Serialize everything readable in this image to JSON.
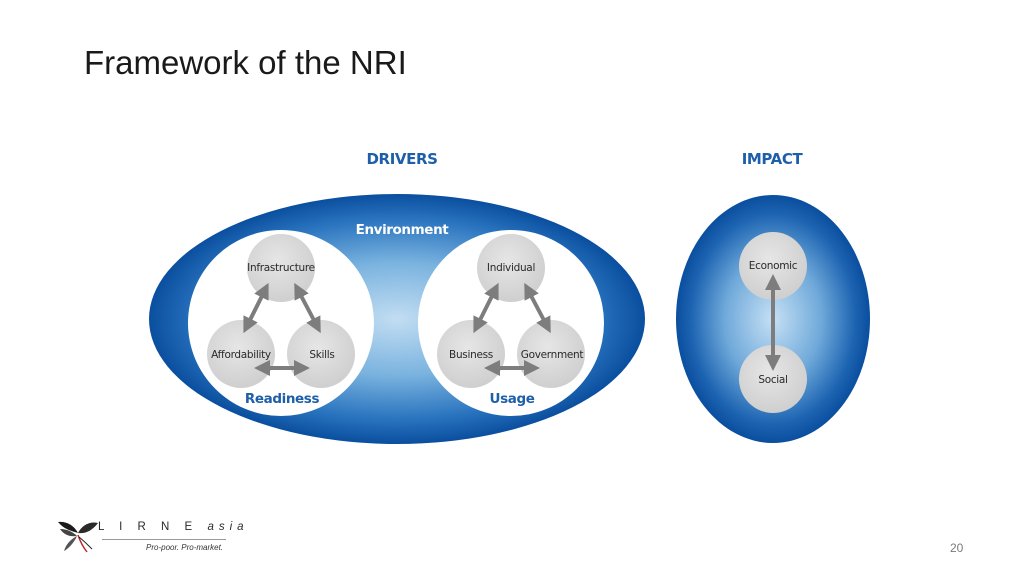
{
  "slide": {
    "title": "Framework of the NRI",
    "page_number": "20"
  },
  "diagram": {
    "drivers_header": "DRIVERS",
    "impact_header": "IMPACT",
    "environment_label": "Environment",
    "readiness": {
      "label": "Readiness",
      "nodes": [
        "Infrastructure",
        "Affordability",
        "Skills"
      ]
    },
    "usage": {
      "label": "Usage",
      "nodes": [
        "Individual",
        "Business",
        "Government"
      ]
    },
    "impact": {
      "nodes": [
        "Economic",
        "Social"
      ]
    },
    "colors": {
      "dark_blue": "#0a52a3",
      "light_blue": "#b9d6ef",
      "label_blue": "#1d5fa8",
      "node_gray": "#dcdcdc",
      "arrow_gray": "#7d7d7d"
    }
  },
  "logo": {
    "letters": "L I R N E",
    "suffix": "asia",
    "tagline": "Pro-poor. Pro-market."
  }
}
